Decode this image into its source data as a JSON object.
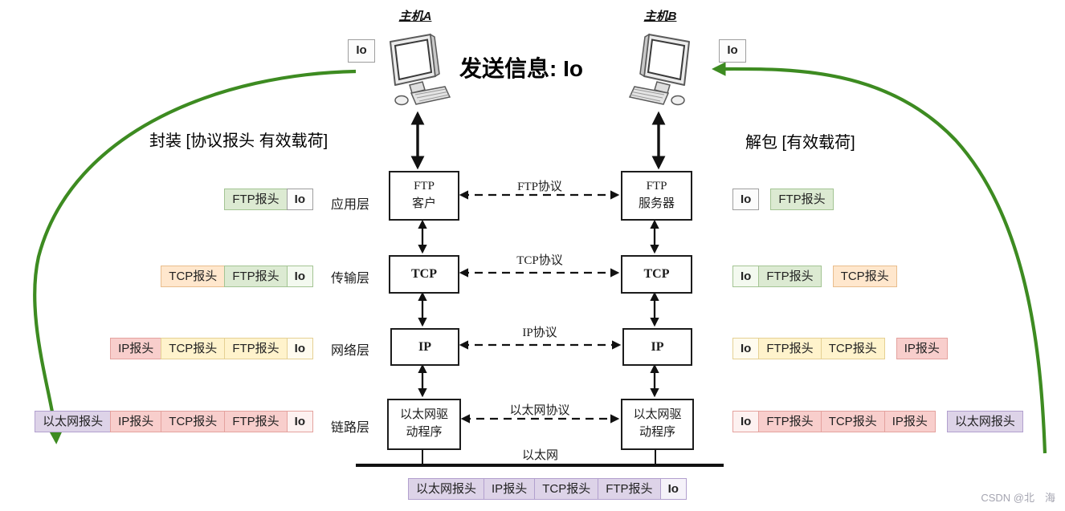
{
  "palette": {
    "green": {
      "bg": "#dcead2",
      "border": "#a3c493"
    },
    "green_light": {
      "bg": "#f3f9ef",
      "border": "#a3c493"
    },
    "orange": {
      "bg": "#ffe7cd",
      "border": "#e9bd8d"
    },
    "yellow": {
      "bg": "#fff3cc",
      "border": "#e5d093"
    },
    "yellow_light": {
      "bg": "#fffbef",
      "border": "#e5d093"
    },
    "pink": {
      "bg": "#f8cecc",
      "border": "#e4a29e"
    },
    "pink_light": {
      "bg": "#fdf1f0",
      "border": "#e4a29e"
    },
    "purple": {
      "bg": "#ddd3e8",
      "border": "#b2a0ce"
    },
    "purple_light": {
      "bg": "#f5f2f9",
      "border": "#b2a0ce"
    },
    "plain": {
      "bg": "#fcfcfc",
      "border": "#9e9e9e"
    },
    "arrow_green": "#3d8b21"
  },
  "header": {
    "host_a": "主机A",
    "host_b": "主机B",
    "send_message": "发送信息: Io",
    "io_badge_a": "Io",
    "io_badge_b": "Io",
    "encapsulate_label": "封装 [协议报头 有效载荷]",
    "decapsulate_label": "解包 [有效载荷]"
  },
  "layers": [
    {
      "label": "应用层",
      "protocol": "FTP协议",
      "left_box_lines": [
        "FTP",
        "客户"
      ],
      "right_box_lines": [
        "FTP",
        "服务器"
      ],
      "left_stack": [
        {
          "text": "FTP报头",
          "color": "green"
        },
        {
          "text": "Io",
          "color": "plain",
          "bold": true
        }
      ],
      "right_stack": [
        {
          "text": "Io",
          "color": "plain",
          "bold": true
        },
        {
          "text": "FTP报头",
          "color": "green",
          "gap": true
        }
      ]
    },
    {
      "label": "传输层",
      "protocol": "TCP协议",
      "left_box_lines": [
        "TCP"
      ],
      "right_box_lines": [
        "TCP"
      ],
      "left_stack": [
        {
          "text": "TCP报头",
          "color": "orange"
        },
        {
          "text": "FTP报头",
          "color": "green"
        },
        {
          "text": "Io",
          "color": "green_light",
          "bold": true
        }
      ],
      "right_stack": [
        {
          "text": "Io",
          "color": "green_light",
          "bold": true
        },
        {
          "text": "FTP报头",
          "color": "green"
        },
        {
          "text": "TCP报头",
          "color": "orange",
          "gap": true
        }
      ]
    },
    {
      "label": "网络层",
      "protocol": "IP协议",
      "left_box_lines": [
        "IP"
      ],
      "right_box_lines": [
        "IP"
      ],
      "left_stack": [
        {
          "text": "IP报头",
          "color": "pink"
        },
        {
          "text": "TCP报头",
          "color": "yellow"
        },
        {
          "text": "FTP报头",
          "color": "yellow"
        },
        {
          "text": "Io",
          "color": "yellow_light",
          "bold": true
        }
      ],
      "right_stack": [
        {
          "text": "Io",
          "color": "yellow_light",
          "bold": true
        },
        {
          "text": "FTP报头",
          "color": "yellow"
        },
        {
          "text": "TCP报头",
          "color": "yellow"
        },
        {
          "text": "IP报头",
          "color": "pink",
          "gap": true
        }
      ]
    },
    {
      "label": "链路层",
      "protocol": "以太网协议",
      "left_box_lines": [
        "以太网驱",
        "动程序"
      ],
      "right_box_lines": [
        "以太网驱",
        "动程序"
      ],
      "left_stack": [
        {
          "text": "以太网报头",
          "color": "purple"
        },
        {
          "text": "IP报头",
          "color": "pink"
        },
        {
          "text": "TCP报头",
          "color": "pink"
        },
        {
          "text": "FTP报头",
          "color": "pink"
        },
        {
          "text": "Io",
          "color": "pink_light",
          "bold": true
        }
      ],
      "right_stack": [
        {
          "text": "Io",
          "color": "pink_light",
          "bold": true
        },
        {
          "text": "FTP报头",
          "color": "pink"
        },
        {
          "text": "TCP报头",
          "color": "pink"
        },
        {
          "text": "IP报头",
          "color": "pink"
        },
        {
          "text": "以太网报头",
          "color": "purple",
          "gap": true
        }
      ]
    }
  ],
  "bottom": {
    "ethernet_label": "以太网",
    "stack": [
      {
        "text": "以太网报头",
        "color": "purple"
      },
      {
        "text": "IP报头",
        "color": "purple"
      },
      {
        "text": "TCP报头",
        "color": "purple"
      },
      {
        "text": "FTP报头",
        "color": "purple"
      },
      {
        "text": "Io",
        "color": "purple_light",
        "bold": true
      }
    ]
  },
  "watermark": "CSDN @北　海"
}
